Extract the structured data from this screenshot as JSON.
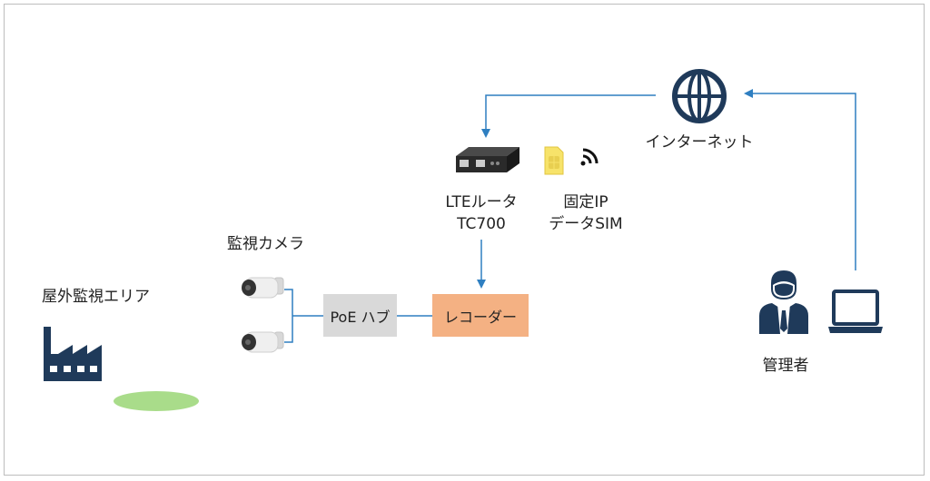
{
  "labels": {
    "outdoor_area": "屋外監視エリア",
    "cameras": "監視カメラ",
    "poe_hub": "PoE ハブ",
    "recorder": "レコーダー",
    "router_line1": "LTEルータ",
    "router_line2": "TC700",
    "sim_line1": "固定IP",
    "sim_line2": "データSIM",
    "internet": "インターネット",
    "admin": "管理者"
  },
  "colors": {
    "line": "#2f7fc1",
    "hub_fill": "#d9d9d9",
    "recorder_fill": "#f4b183",
    "icon_navy": "#1f3a5a",
    "grass": "#a9dc8a",
    "sim_gold": "#f7e36a"
  },
  "icons": [
    "factory-icon",
    "camera-icon",
    "router-icon",
    "sim-card-icon",
    "wireless-signal-icon",
    "globe-icon",
    "administrator-icon",
    "laptop-icon"
  ]
}
